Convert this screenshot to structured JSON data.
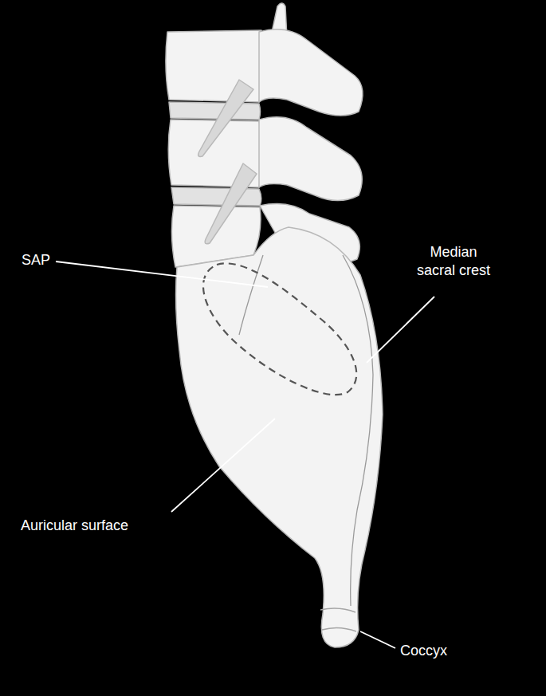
{
  "diagram": {
    "labels": [
      "SAP",
      "Median sacral crest",
      "Auricular surface",
      "Coccyx"
    ]
  }
}
